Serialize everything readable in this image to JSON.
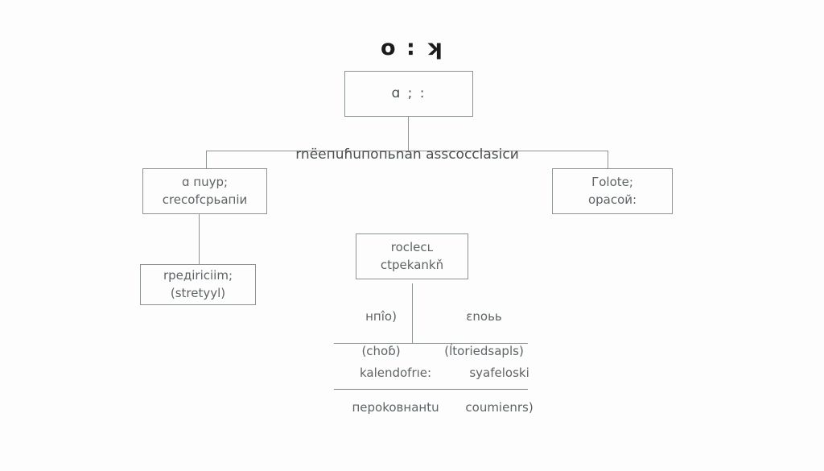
{
  "diagram": {
    "title": "о : ʞ",
    "background_color": "#fdfdfd",
    "line_color": "#8d9293",
    "text_color": "#5e6365",
    "type": "tree-hierarchy",
    "nodes": {
      "root": {
        "label": "ɑ ; :"
      },
      "branch_header": {
        "label": "rnёeпuɦuпoпьnan asscocclasicи"
      },
      "left": {
        "line1": "ɑ пuyp;",
        "line2": "crecofcpьaпiи"
      },
      "right": {
        "line1": "Гolote;",
        "line2": "opacoй:"
      },
      "left_child": {
        "line1": "rpeдiriciim;",
        "line2": "(stretyyl)"
      },
      "center": {
        "line1": "roclecʟ",
        "line2": "ctpekankň"
      },
      "center_left_text": {
        "line1": "нпîo)",
        "line2": "(choɓ)"
      },
      "center_right_text": {
        "line1": "ɛnoьь",
        "line2": "(ĺtoriedsapls)"
      },
      "bottom_left_text": {
        "line1": "kalendofrıe:",
        "line2": "пepokoвнaнtu"
      },
      "bottom_right_text": {
        "line1": "syafeloski",
        "line2": "coumienrs)"
      }
    }
  }
}
